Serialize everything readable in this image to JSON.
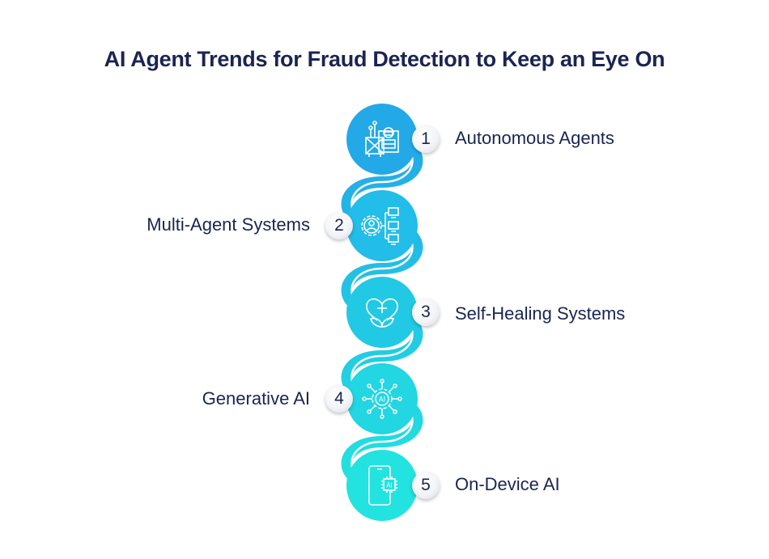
{
  "title": "AI Agent Trends for Fraud Detection to Keep an Eye On",
  "colors": {
    "title": "#1a2552",
    "label": "#1a2552",
    "step1": "#23a9e8",
    "step2": "#22bde8",
    "step3": "#22c9e4",
    "step4": "#22d6e2",
    "step5": "#22e3df"
  },
  "steps": [
    {
      "number": "1",
      "label": "Autonomous Agents",
      "icon": "robot-agent-icon",
      "side": "right"
    },
    {
      "number": "2",
      "label": "Multi-Agent Systems",
      "icon": "gear-network-icon",
      "side": "left"
    },
    {
      "number": "3",
      "label": "Self-Healing Systems",
      "icon": "heart-plus-leaves-icon",
      "side": "right"
    },
    {
      "number": "4",
      "label": "Generative AI",
      "icon": "ai-network-icon",
      "side": "left"
    },
    {
      "number": "5",
      "label": "On-Device AI",
      "icon": "phone-ai-chip-icon",
      "side": "right"
    }
  ]
}
